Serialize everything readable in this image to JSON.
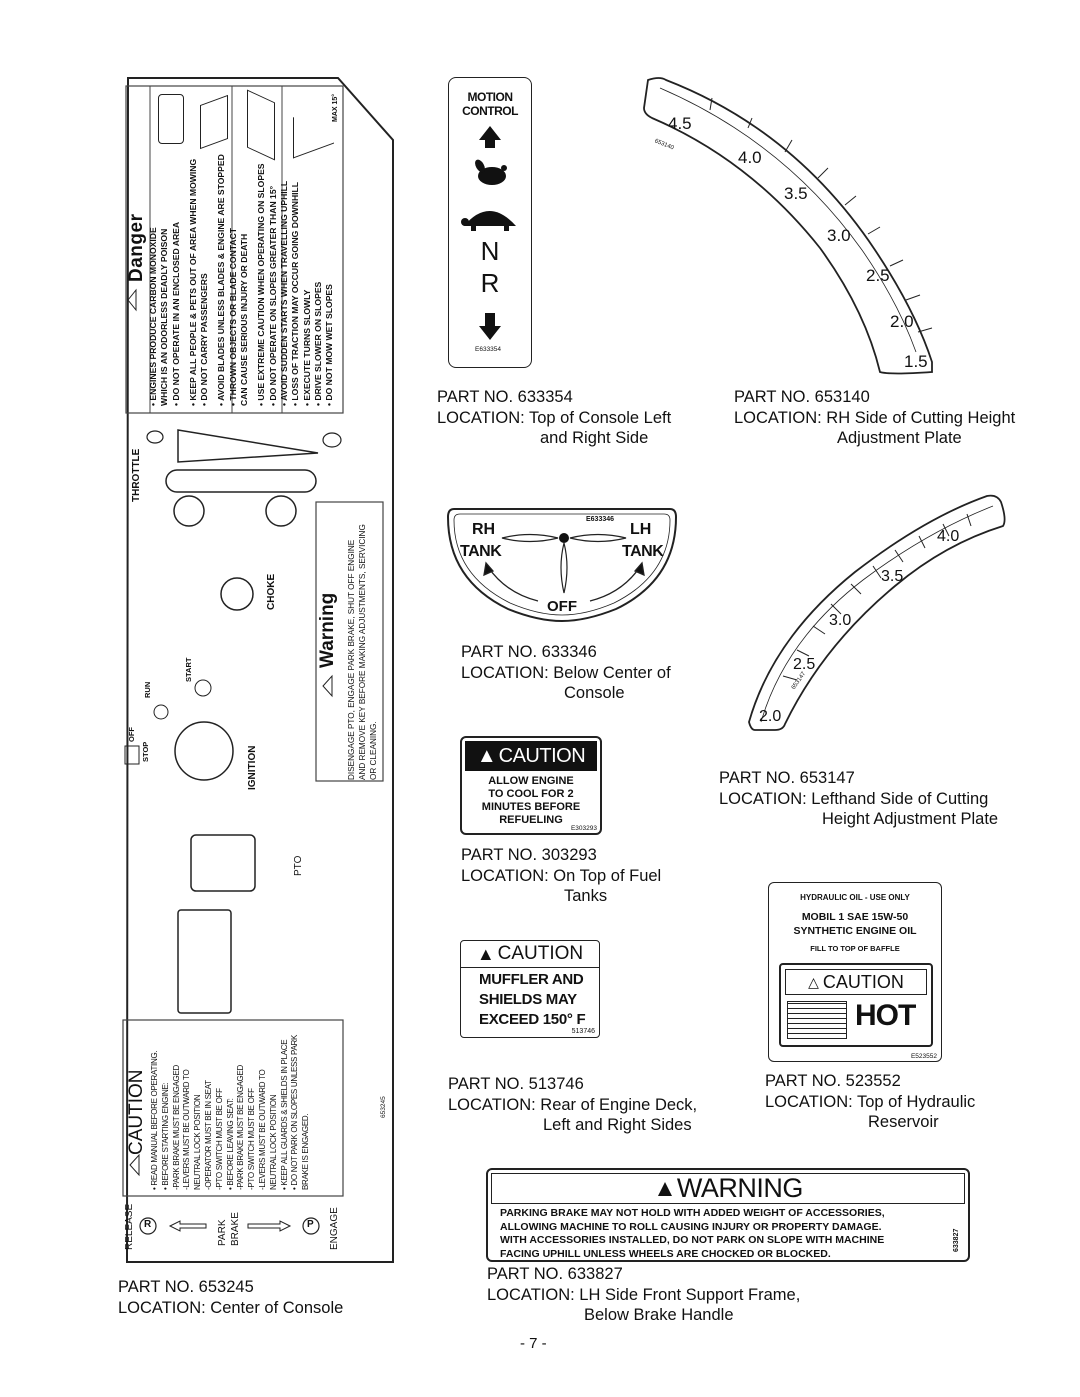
{
  "console": {
    "danger_title": "Danger",
    "danger_lines": [
      "• ENGINES PRODUCE CARBON MONOXIDE",
      "WHICH IS AN ODORLESS DEADLY POISON",
      "• DO NOT OPERATE IN AN ENCLOSED AREA",
      "• KEEP ALL PEOPLE & PETS OUT OF AREA WHEN MOWING",
      "• DO NOT CARRY PASSENGERS",
      "• AVOID BLADES UNLESS BLADES & ENGINE ARE STOPPED",
      "• THROWN OBJECTS OR BLADE CONTACT",
      "CAN CAUSE SERIOUS INJURY OR DEATH",
      "• USE EXTREME CAUTION WHEN OPERATING ON SLOPES",
      "• DO NOT OPERATE ON SLOPES GREATER THAN 15°",
      "• AVOID SUDDEN STARTS WHEN TRAVELLING UPHILL",
      "• LOSS OF TRACTION MAY OCCUR GOING DOWNHILL",
      "• EXECUTE TURNS SLOWLY",
      "• DRIVE SLOWER ON SLOPES",
      "• DO NOT MOW WET SLOPES"
    ],
    "max_label": "MAX 15°",
    "throttle": "THROTTLE",
    "choke": "CHOKE",
    "ignition": "IGNITION",
    "off": "OFF",
    "stop": "STOP",
    "run": "RUN",
    "start": "START",
    "pto": "PTO",
    "warning_title": "Warning",
    "warning_lines": [
      "DISENGAGE PTO, ENGAGE PARK BRAKE, SHUT OFF ENGINE",
      "AND REMOVE KEY BEFORE MAKING ADJUSTMENTS, SERVICING",
      "OR CLEANING."
    ],
    "caution_title": "CAUTION",
    "caution_lines": [
      "• READ MANUAL BEFORE OPERATING.",
      "• BEFORE STARTING ENGINE:",
      "-PARK BRAKE MUST BE ENGAGED",
      "-LEVERS MUST BE OUTWARD TO",
      "NEUTRAL LOCK POSITION",
      "-OPERATOR MUST BE IN SEAT",
      "-PTO SWITCH MUST BE OFF",
      "• BEFORE LEAVING SEAT:",
      "-PARK BRAKE MUST BE ENGAGED",
      "-PTO SWITCH MUST BE OFF",
      "-LEVERS MUST BE OUTWARD TO",
      "NEUTRAL LOCK POSITION",
      "• KEEP ALL GUARDS & SHIELDS IN PLACE",
      "• DO NOT PARK ON SLOPES UNLESS PARK",
      "BRAKE IS ENGAGED."
    ],
    "part_code": "653245",
    "release": "RELEASE",
    "park": "PARK",
    "brake": "BRAKE",
    "engage": "ENGAGE",
    "r_letter": "R",
    "p_letter": "P"
  },
  "motion_decal": {
    "title_line1": "MOTION",
    "title_line2": "CONTROL",
    "n": "N",
    "r": "R",
    "code": "E633354"
  },
  "height_plate_1": {
    "ticks": [
      "4.5",
      "4.0",
      "3.5",
      "3.0",
      "2.5",
      "2.0",
      "1.5"
    ],
    "code": "653140"
  },
  "tank_decal": {
    "rh": "RH",
    "lh": "LH",
    "tank": "TANK",
    "off": "OFF",
    "code": "E633346"
  },
  "height_plate_2": {
    "ticks": [
      "4.0",
      "3.5",
      "3.0",
      "2.5",
      "2.0"
    ],
    "code": "653147"
  },
  "fuel_caution": {
    "title": "CAUTION",
    "lines": [
      "ALLOW ENGINE",
      "TO COOL FOR 2",
      "MINUTES BEFORE",
      "REFUELING"
    ],
    "code": "E303293"
  },
  "muffler_caution": {
    "title": "CAUTION",
    "lines": [
      "MUFFLER AND",
      "SHIELDS MAY",
      "EXCEED 150° F"
    ],
    "code": "513746"
  },
  "hydraulic_decal": {
    "line1": "HYDRAULIC OIL - USE ONLY",
    "line2": "MOBIL 1 SAE 15W-50",
    "line3": "SYNTHETIC ENGINE OIL",
    "line4": "FILL TO TOP OF BAFFLE",
    "caution": "CAUTION",
    "hot": "HOT",
    "code": "E523552"
  },
  "brake_warning": {
    "title": "WARNING",
    "lines": [
      "PARKING BRAKE MAY NOT HOLD WITH ADDED WEIGHT OF ACCESSORIES,",
      "ALLOWING MACHINE TO ROLL CAUSING INJURY OR PROPERTY DAMAGE.",
      "WITH ACCESSORIES INSTALLED, DO NOT PARK ON SLOPE WITH MACHINE",
      "FACING UPHILL UNLESS WHEELS ARE CHOCKED OR BLOCKED."
    ],
    "code": "633827"
  },
  "captions": {
    "c633354": {
      "part": "PART NO. 633354",
      "loc1": "LOCATION: Top of Console Left",
      "loc2": "and Right Side"
    },
    "c653140": {
      "part": "PART NO. 653140",
      "loc1": "LOCATION: RH Side of Cutting Height",
      "loc2": "Adjustment Plate"
    },
    "c633346": {
      "part": "PART NO. 633346",
      "loc1": "LOCATION: Below Center of",
      "loc2": "Console"
    },
    "c653147": {
      "part": "PART NO. 653147",
      "loc1": "LOCATION: Lefthand Side of Cutting",
      "loc2": "Height Adjustment Plate"
    },
    "c303293": {
      "part": "PART NO. 303293",
      "loc1": "LOCATION: On Top of Fuel",
      "loc2": "Tanks"
    },
    "c513746": {
      "part": "PART NO. 513746",
      "loc1": "LOCATION: Rear of Engine Deck,",
      "loc2": "Left and Right Sides"
    },
    "c523552": {
      "part": "PART NO. 523552",
      "loc1": "LOCATION: Top of Hydraulic",
      "loc2": "Reservoir"
    },
    "c653245": {
      "part": "PART NO. 653245",
      "loc1": "LOCATION: Center of Console"
    },
    "c633827": {
      "part": "PART NO. 633827",
      "loc1": "LOCATION: LH Side Front Support Frame,",
      "loc2": "Below Brake Handle"
    }
  },
  "page_number": "- 7 -"
}
